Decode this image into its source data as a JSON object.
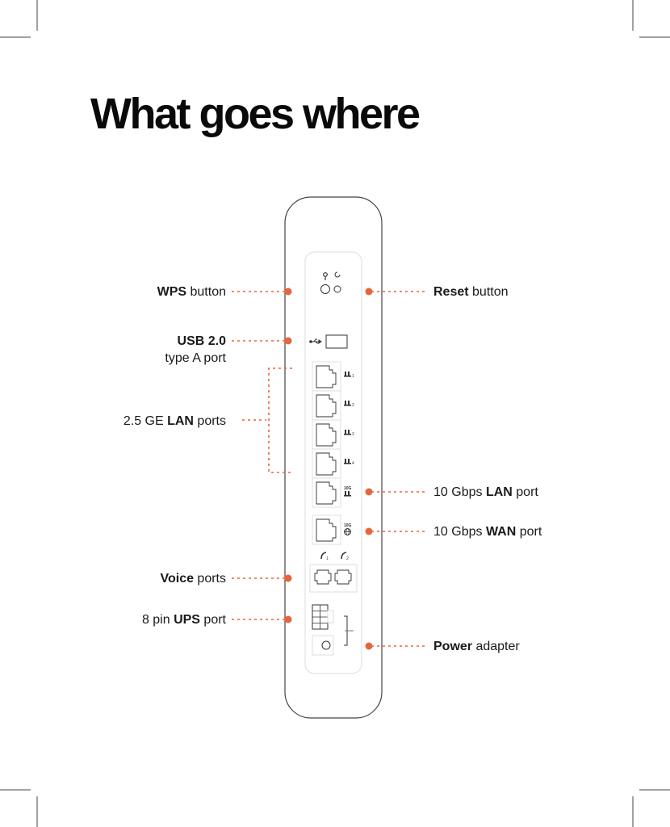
{
  "title": "What goes where",
  "accent_color": "#e8643c",
  "labels": {
    "wps": {
      "bold": "WPS",
      "rest": " button"
    },
    "reset": {
      "bold": "Reset",
      "rest": " button"
    },
    "usb": {
      "bold": "USB 2.0",
      "line2": "type A port"
    },
    "lan25": {
      "pre": "2.5 GE ",
      "bold": "LAN",
      "rest": " ports"
    },
    "lan10": {
      "pre": "10 Gbps ",
      "bold": "LAN",
      "rest": " port"
    },
    "wan10": {
      "pre": "10 Gbps ",
      "bold": "WAN",
      "rest": " port"
    },
    "voice": {
      "bold": "Voice",
      "rest": " ports"
    },
    "ups": {
      "pre": "8 pin ",
      "bold": "UPS",
      "rest": " port"
    },
    "power": {
      "bold": "Power",
      "rest": " adapter"
    }
  },
  "port_markers": {
    "lan": [
      "1",
      "2",
      "3",
      "4"
    ],
    "lan10_tag": "10G",
    "wan10_tag": "10G",
    "voice": [
      "1",
      "2"
    ]
  }
}
